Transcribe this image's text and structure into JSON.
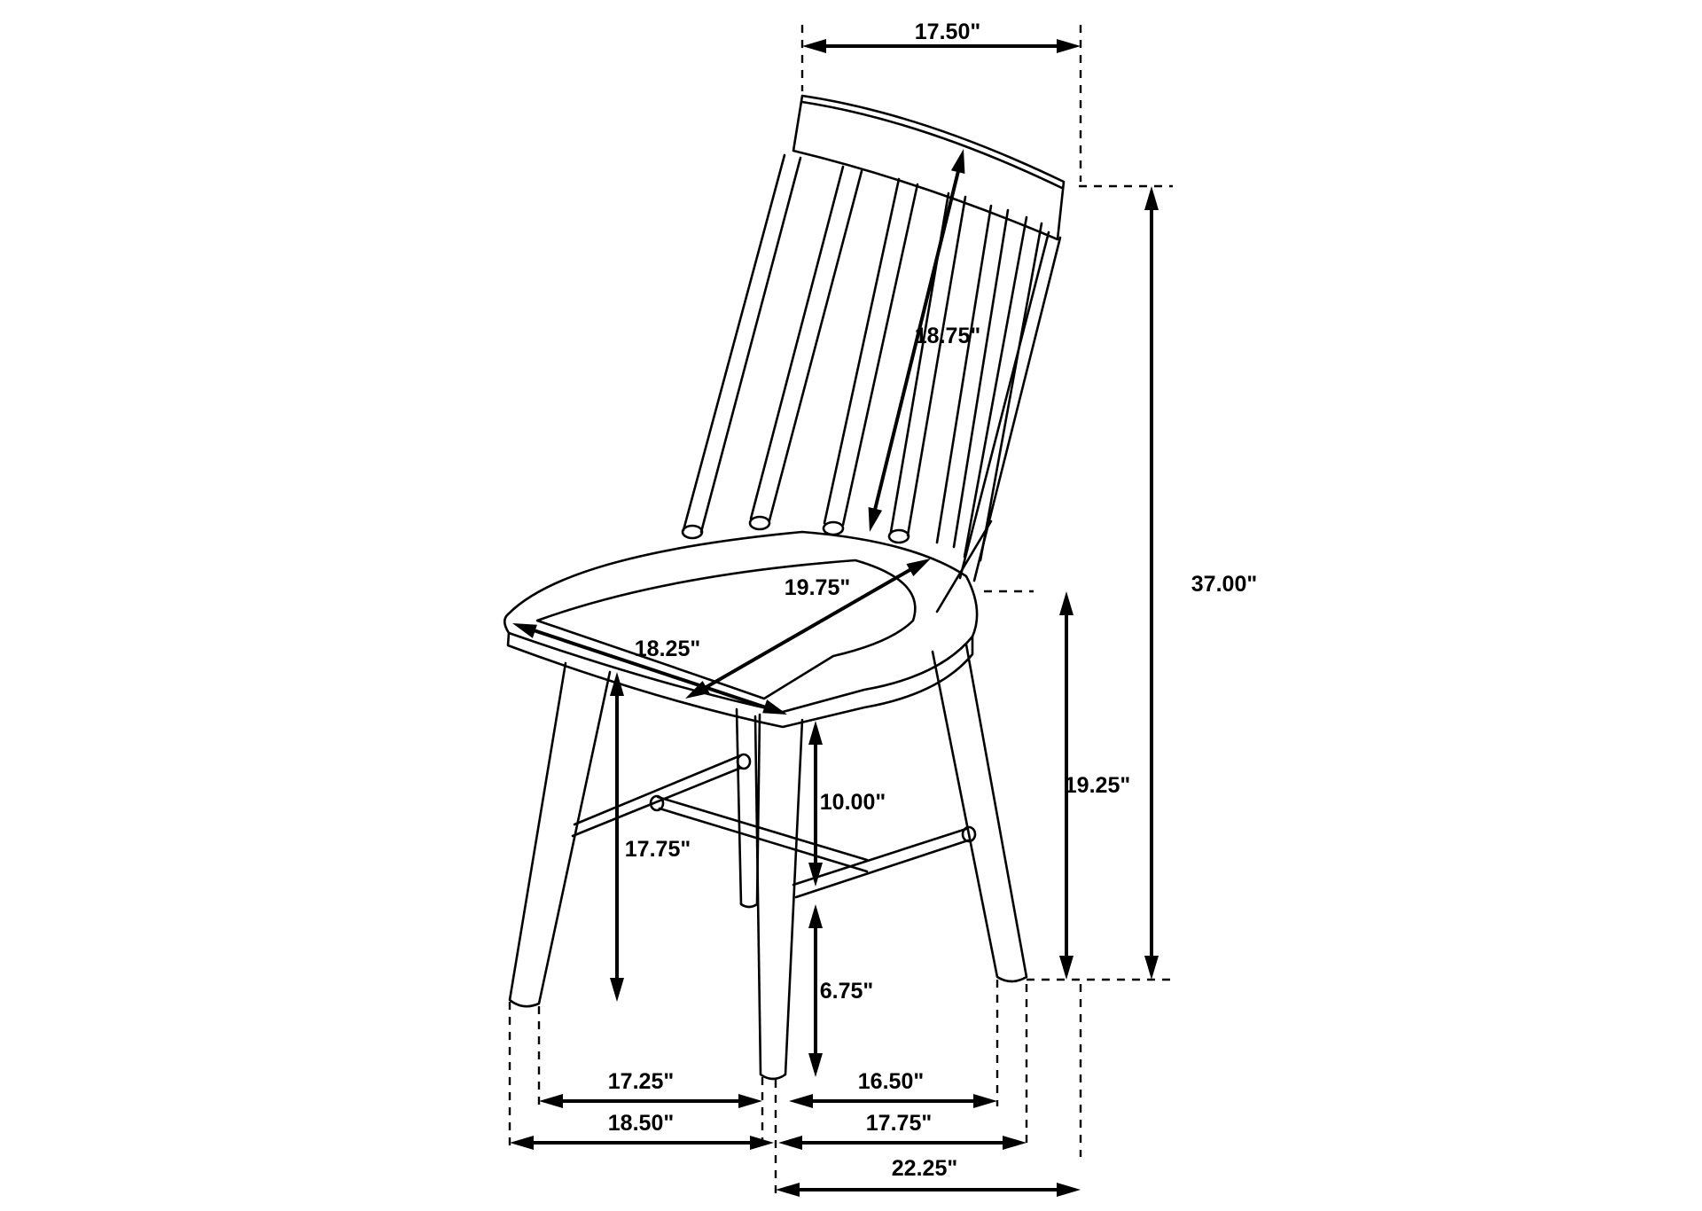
{
  "dimensions": {
    "top_width": "17.50\"",
    "back_height": "18.75\"",
    "overall_height": "37.00\"",
    "seat_depth": "19.75\"",
    "seat_width": "18.25\"",
    "seat_height": "19.25\"",
    "floor_to_seat_inner": "17.75\"",
    "seat_to_stretcher": "10.00\"",
    "stretcher_to_floor": "6.75\"",
    "front_inner_width": "17.25\"",
    "front_outer_width": "18.50\"",
    "side_inner_depth": "16.50\"",
    "side_outer_depth": "17.75\"",
    "overall_depth": "22.25\""
  }
}
